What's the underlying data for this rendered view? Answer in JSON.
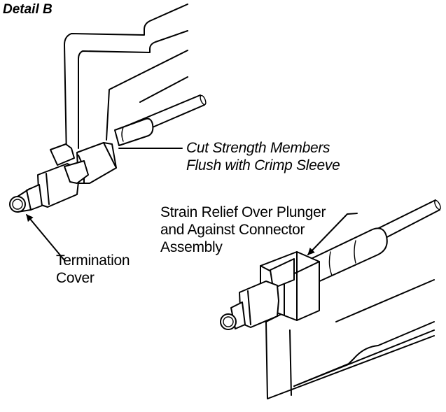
{
  "title": "Detail B",
  "callouts": {
    "cut_strength_members": [
      "Cut Strength Members",
      "Flush with Crimp Sleeve"
    ],
    "strain_relief": [
      "Strain Relief Over Plunger",
      "and Against Connector",
      "Assembly"
    ],
    "termination_cover": [
      "Termination",
      "Cover"
    ]
  }
}
